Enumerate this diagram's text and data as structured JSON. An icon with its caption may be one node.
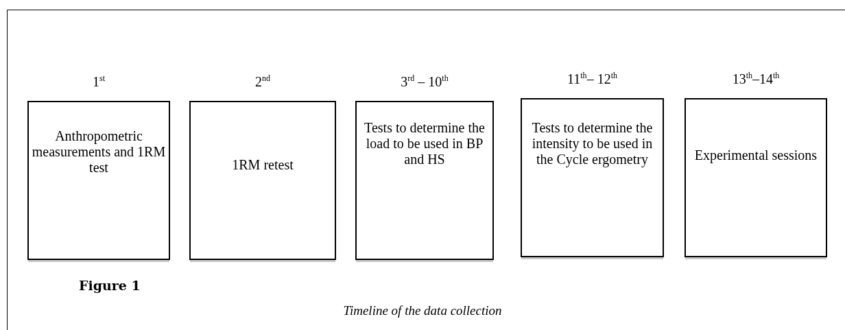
{
  "diagram": {
    "title": "Figure 1",
    "caption": "Timeline of the data collection",
    "nodes": [
      {
        "text": [
          "1$^{st}$",
          "Anthropometric measurements and 1RM test"
        ]
      },
      {
        "text": [
          "2$^{nd}$",
          "1RM retest"
        ]
      },
      {
        "text": [
          "3$^{rd}$ – 10$^{th}$",
          "Tests to determine the load to be used in BP and HS"
        ]
      },
      {
        "text": [
          "11$^{th}$– 12$^{th}$",
          "Tests to determine the intensity to be used in the Cycle ergometry"
        ]
      },
      {
        "text": [
          "13$^{th}$–14$^{th}$",
          "Experimental sessions"
        ]
      }
    ]
  }
}
